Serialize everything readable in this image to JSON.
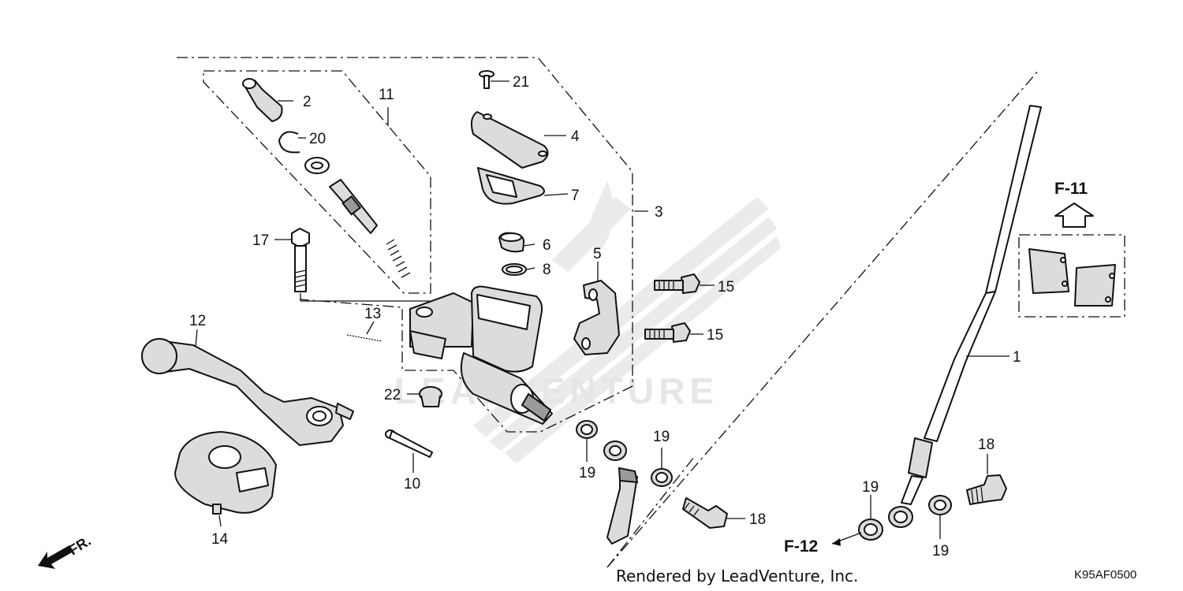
{
  "diagram": {
    "footer_text": "Rendered by LeadVenture, Inc.",
    "diagram_code": "K95AF0500",
    "watermark_text": "LEADVENTURE",
    "front_indicator": "FR.",
    "references": {
      "f11": "F-11",
      "f12": "F-12"
    },
    "callouts": {
      "c1": "1",
      "c2": "2",
      "c3": "3",
      "c4": "4",
      "c5": "5",
      "c6": "6",
      "c7": "7",
      "c8": "8",
      "c10": "10",
      "c11": "11",
      "c12": "12",
      "c13": "13",
      "c14": "14",
      "c15a": "15",
      "c15b": "15",
      "c17": "17",
      "c18a": "18",
      "c18b": "18",
      "c19a": "19",
      "c19b": "19",
      "c19c": "19",
      "c19d": "19",
      "c20": "20",
      "c21": "21",
      "c22": "22"
    }
  }
}
